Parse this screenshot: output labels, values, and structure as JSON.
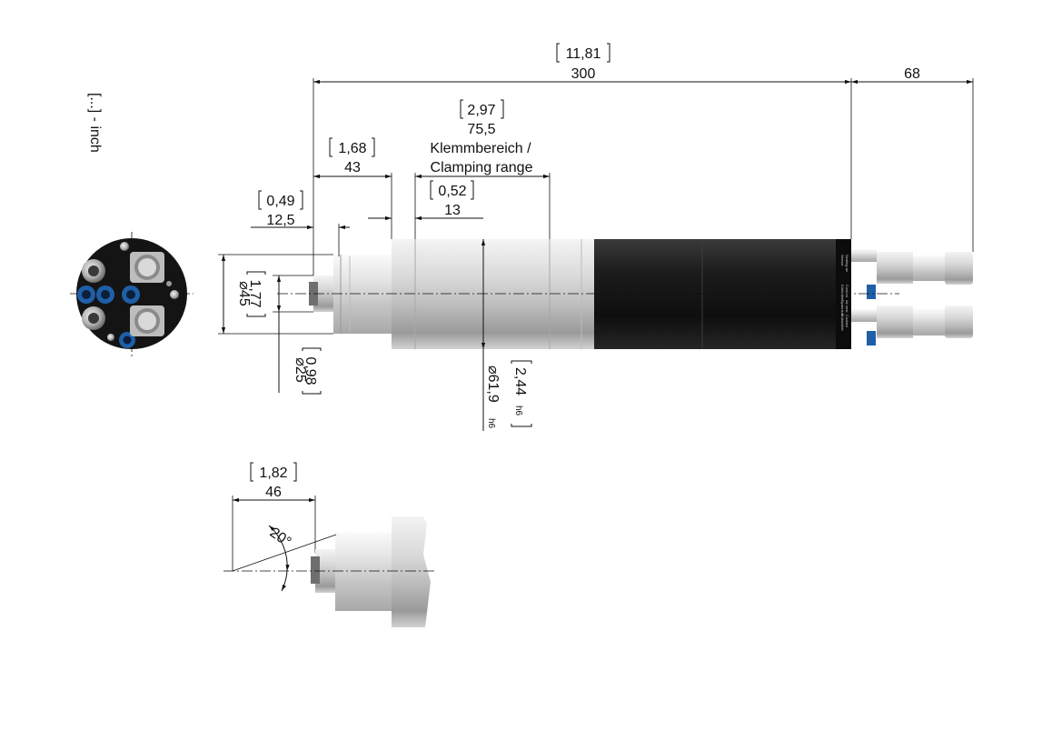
{
  "unit_note": "[...] - inch",
  "dimensions": {
    "overall": {
      "inch": "11,81",
      "mm": "300"
    },
    "connector_length": {
      "mm": "68"
    },
    "clamping": {
      "inch": "2,97",
      "mm": "75,5",
      "label_de": "Klemmbereich /",
      "label_en": "Clamping range"
    },
    "front_43": {
      "inch": "1,68",
      "mm": "43"
    },
    "step_13": {
      "inch": "0,52",
      "mm": "13"
    },
    "step_12_5": {
      "inch": "0,49",
      "mm": "12,5"
    },
    "dia_45": {
      "inch": "1,77",
      "mm": "⌀45"
    },
    "dia_25": {
      "inch": "0,98",
      "mm": "⌀25"
    },
    "dia_61_9": {
      "inch": "2,44",
      "inch_suffix": "h6",
      "mm": "⌀61,9",
      "mm_suffix": "h6"
    },
    "detail_46": {
      "inch": "1,82",
      "mm": "46"
    },
    "angle": "20°"
  },
  "connector_labels": [
    "Sensor",
    "Sealing air",
    "Kühlmittel",
    "Coolant",
    "Spannluft",
    "Air seal",
    "Kühlmittel",
    "Coolant"
  ],
  "colors": {
    "body_black": "#1b1b1b",
    "steel_light": "#e4e4e4",
    "steel_mid": "#b9b9b9",
    "steel_dark": "#8a8a8a",
    "fitting_blue": "#1f5fa8"
  }
}
